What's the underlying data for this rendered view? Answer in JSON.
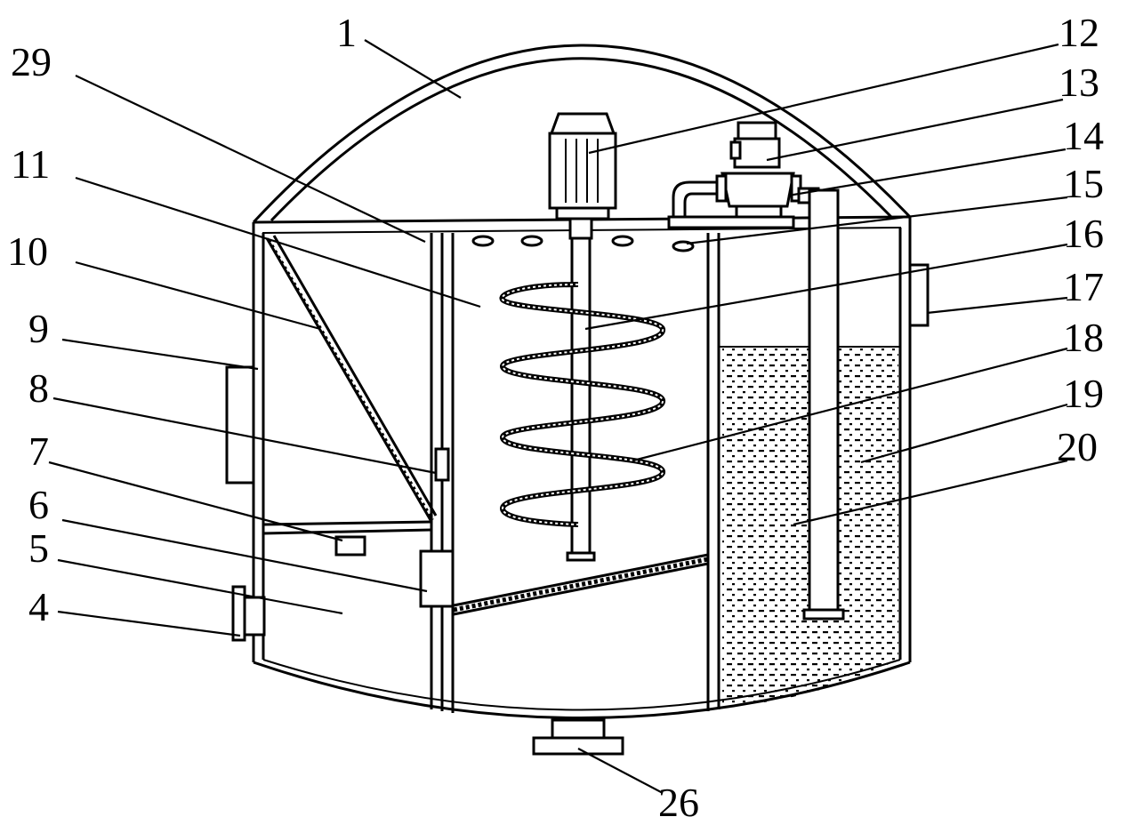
{
  "labels": {
    "l1": "1",
    "l29": "29",
    "l11": "11",
    "l10": "10",
    "l9": "9",
    "l8": "8",
    "l7": "7",
    "l6": "6",
    "l5": "5",
    "l4": "4",
    "l12": "12",
    "l13": "13",
    "l14": "14",
    "l15": "15",
    "l16": "16",
    "l17": "17",
    "l18": "18",
    "l19": "19",
    "l20": "20",
    "l26": "26"
  }
}
